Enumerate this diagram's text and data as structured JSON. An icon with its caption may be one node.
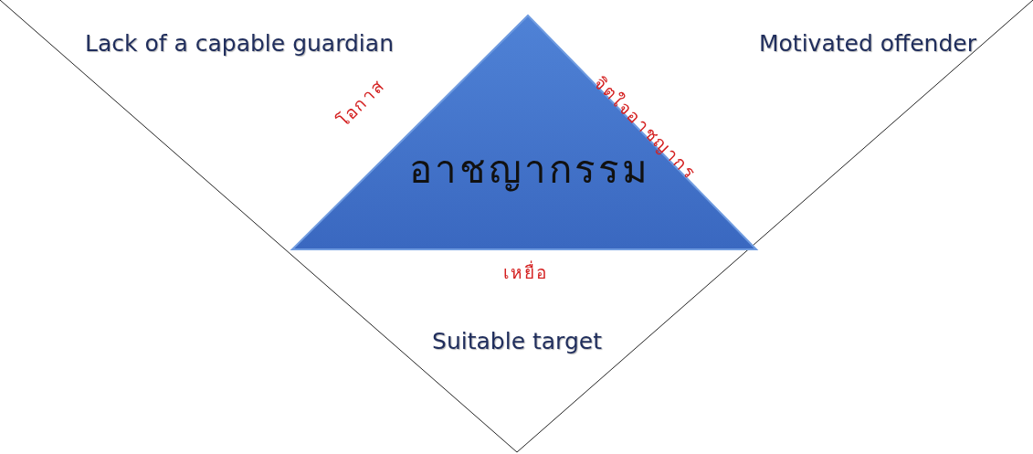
{
  "diagram": {
    "nodes": [
      {
        "text": [
          "Lack of a capable guardian",
          "Motivated offender",
          "Suitable target"
        ]
      },
      {
        "text": [
          "อาชญากรรม"
        ],
        "in": 0,
        "beside": [
          "โอกาส",
          "จิตใจอาชญากร",
          "เหยื่อ"
        ]
      }
    ]
  }
}
